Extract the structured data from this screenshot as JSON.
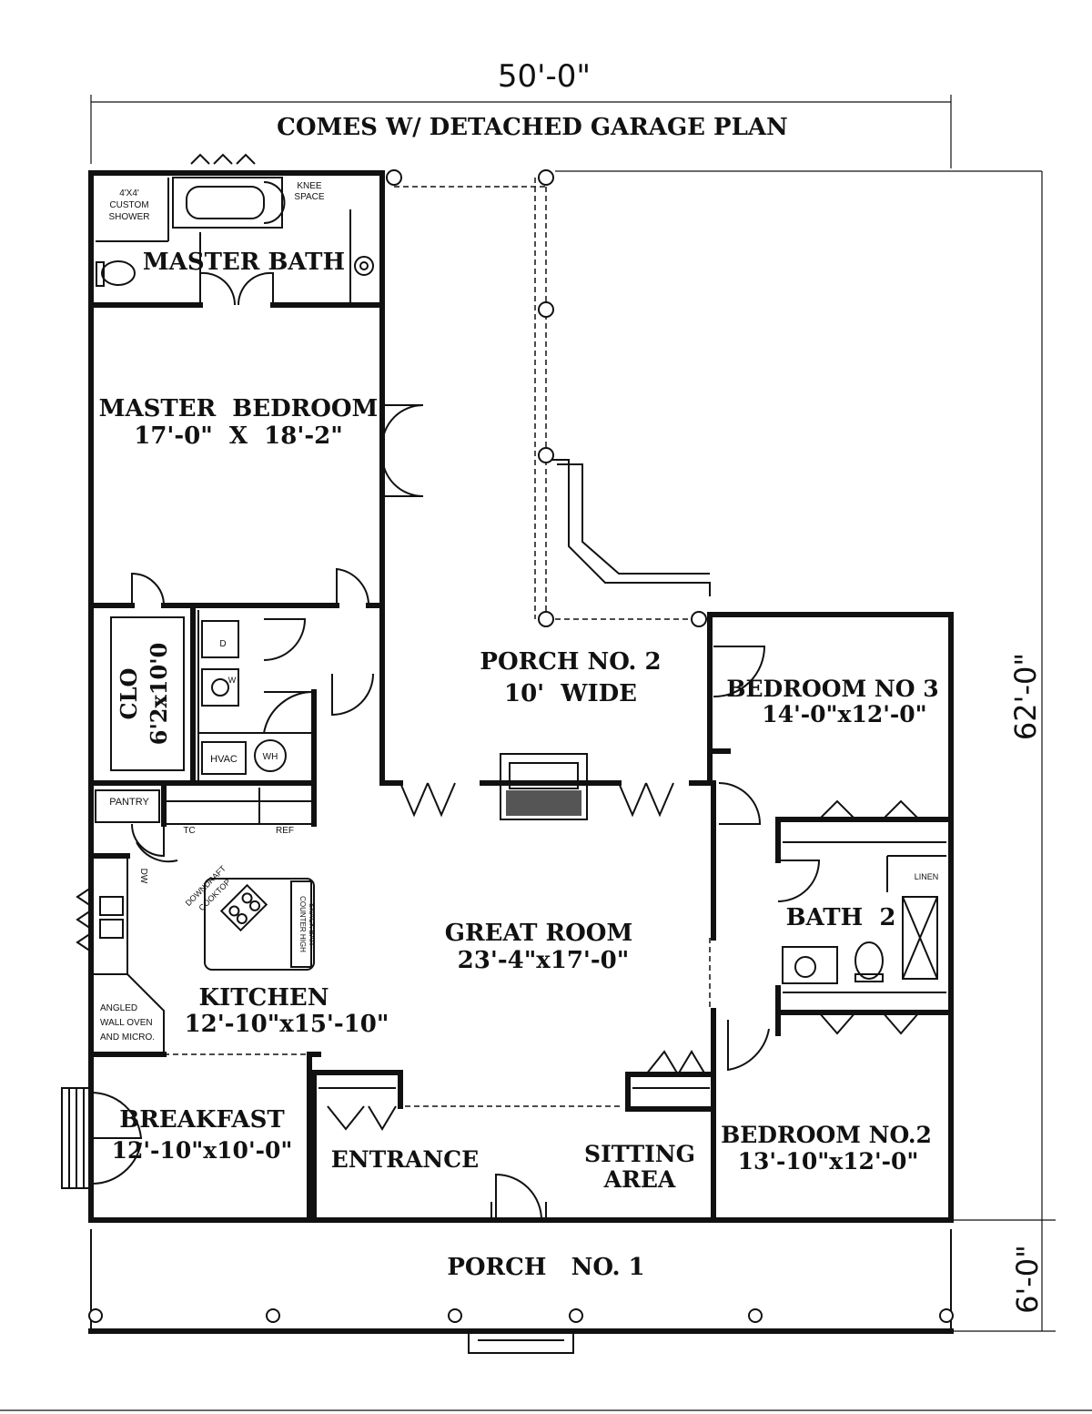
{
  "dimensions": {
    "width": "50'-0\"",
    "depth": "62'-0\"",
    "porch_depth": "6'-0\""
  },
  "note": "COMES W/ DETACHED GARAGE PLAN",
  "rooms": {
    "master_bath": "MASTER BATH",
    "master_bedroom": {
      "name": "MASTER  BEDROOM",
      "size": "17'-0\"  X  18'-2\""
    },
    "closet": {
      "name": "CLO",
      "size": "6'2x10'0"
    },
    "porch2": {
      "name": "PORCH NO. 2",
      "size": "10'  WIDE"
    },
    "bedroom3": {
      "name": "BEDROOM NO 3",
      "size": "14'-0\"x12'-0\""
    },
    "great_room": {
      "name": "GREAT ROOM",
      "size": "23'-4\"x17'-0\""
    },
    "bath2": "BATH  2",
    "kitchen": {
      "name": "KITCHEN",
      "size": "12'-10\"x15'-10\""
    },
    "breakfast": {
      "name": "BREAKFAST",
      "size": "12'-10\"x10'-0\""
    },
    "entrance": "ENTRANCE",
    "sitting_area": {
      "line1": "SITTING",
      "line2": "AREA"
    },
    "bedroom2": {
      "name": "BEDROOM NO.2",
      "size": "13'-10\"x12'-0\""
    },
    "porch1": "PORCH   NO. 1"
  },
  "fixtures": {
    "shower": [
      "4'X4'",
      "CUSTOM",
      "SHOWER"
    ],
    "knee_space": [
      "KNEE",
      "SPACE"
    ],
    "pantry": "PANTRY",
    "tc": "TC",
    "ref": "REF",
    "dw": "DW",
    "downdraft": [
      "DOWNDRAFT",
      "COOKTOP"
    ],
    "snack_bar": [
      "COUNTER HIGH",
      "SNACK BAR"
    ],
    "oven": [
      "ANGLED",
      "WALL OVEN",
      "AND MICRO."
    ],
    "hvac": "HVAC",
    "wh": "WH",
    "dryer": "D",
    "washer": "W",
    "linen": "LINEN"
  }
}
